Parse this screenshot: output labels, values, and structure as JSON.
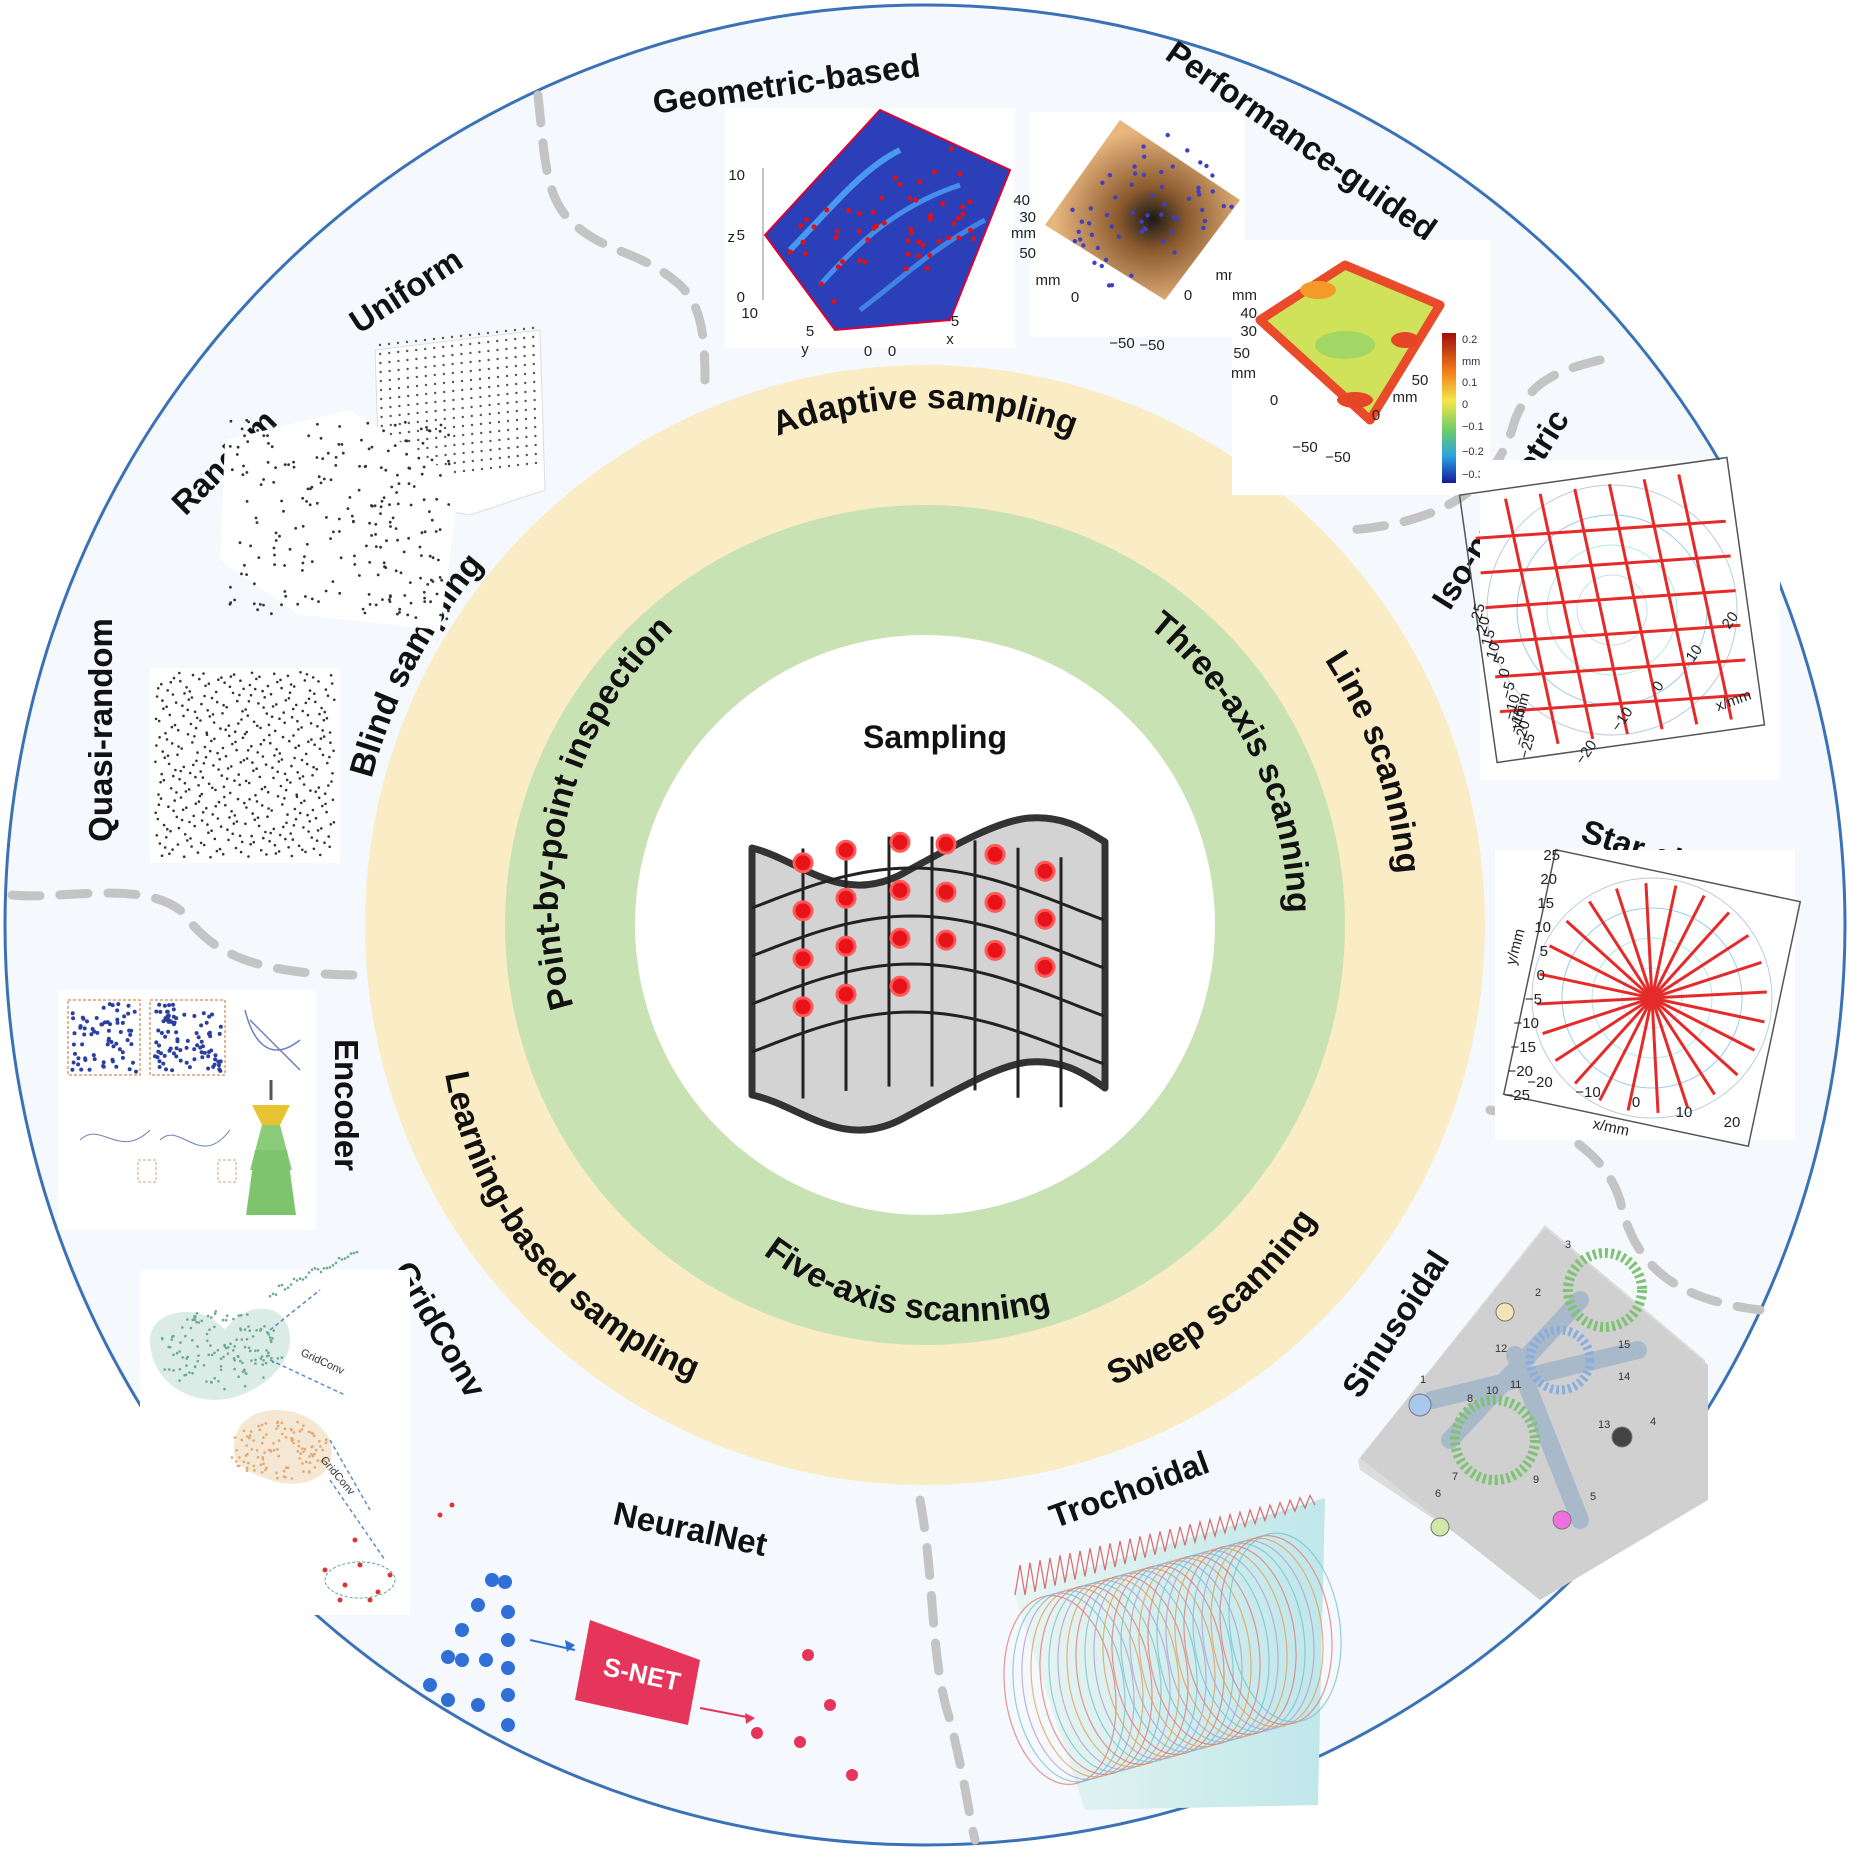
{
  "center": {
    "title": "Sampling"
  },
  "inner_ring": {
    "labels": [
      "Point-by-point inspection",
      "Three-axis scanning",
      "Five-axis scanning"
    ]
  },
  "middle_ring": {
    "labels": [
      "Adaptive sampling",
      "Line scanning",
      "Sweep scanning",
      "Learning-based sampling",
      "Blind sampling"
    ]
  },
  "outer_ring": {
    "labels": [
      "Geometric-based",
      "Performance-guided",
      "Iso-parametric",
      "Star-shaped",
      "Sinusoidal",
      "Trochoidal",
      "NeuralNet",
      "GridConv",
      "Encoder",
      "Quasi-random",
      "Random",
      "Uniform"
    ]
  },
  "thumbnails": {
    "geometric": {
      "z_ticks": [
        "10",
        "5",
        "0"
      ],
      "z_label": "z",
      "y_ticks": [
        "10",
        "5",
        "0"
      ],
      "y_label": "y",
      "x_ticks": [
        "0",
        "5"
      ],
      "x_label": "x"
    },
    "performance": {
      "left_ticks": [
        "40",
        "30",
        "50"
      ],
      "left_unit": "mm",
      "right_ticks": [
        "50",
        "0",
        "−50"
      ],
      "right_unit": "mm",
      "bottom_ticks": [
        "0",
        "−50"
      ]
    },
    "performance_map": {
      "left_ticks": [
        "mm",
        "40",
        "30",
        "50"
      ],
      "left_unit": "mm",
      "bottom_ticks": [
        "0",
        "−50",
        "−50"
      ],
      "right_ticks": [
        "50",
        "mm",
        "0"
      ],
      "colorbar_ticks": [
        "0.2",
        "mm",
        "0.1",
        "0",
        "−0.1",
        "−0.2",
        "−0.3"
      ]
    },
    "iso": {
      "y_ticks": [
        "25",
        "20",
        "15",
        "10",
        "5",
        "0",
        "−5",
        "−10",
        "−15",
        "−20",
        "−25"
      ],
      "y_label": "y/mm",
      "x_ticks": [
        "−20",
        "−10",
        "0",
        "10",
        "20"
      ],
      "x_label": "x/mm"
    },
    "star": {
      "y_ticks": [
        "25",
        "20",
        "15",
        "10",
        "5",
        "0",
        "−5",
        "−10",
        "−15",
        "−20",
        "−25"
      ],
      "y_label": "y/mm",
      "x_ticks": [
        "−20",
        "−10",
        "0",
        "10",
        "20"
      ],
      "x_label": "x/mm"
    },
    "sinusoidal": {
      "numbers": [
        "1",
        "2",
        "3",
        "4",
        "5",
        "6",
        "7",
        "8",
        "9",
        "10",
        "11",
        "12",
        "13",
        "14",
        "15"
      ]
    },
    "neuralnet": {
      "box_label": "S-NET"
    },
    "gridconv": {
      "labels": [
        "GridConv",
        "GridConv"
      ]
    }
  },
  "colors": {
    "outer_border": "#3b72b5",
    "outer_fill": "#f5f9fd",
    "middle_ring": "#faecc4",
    "inner_ring": "#c9e2b4",
    "divider": "#c4c4c4",
    "sample_point": "#e8121b"
  }
}
